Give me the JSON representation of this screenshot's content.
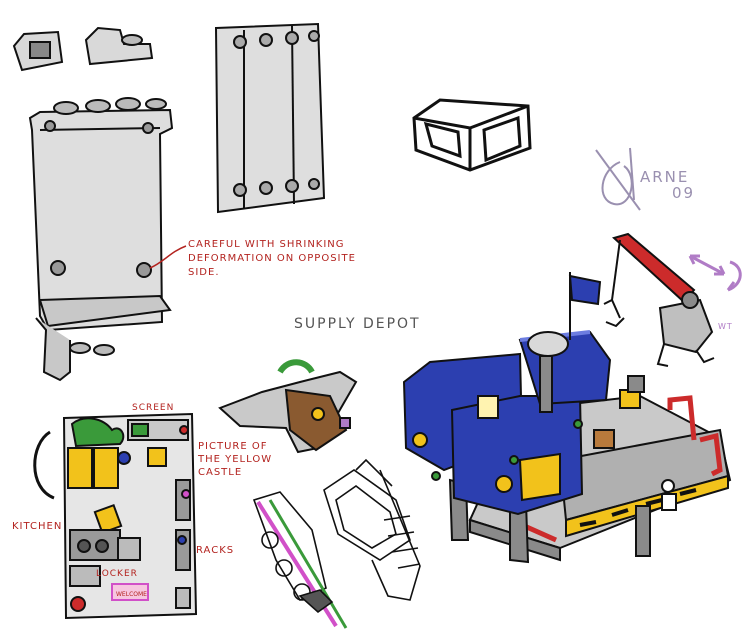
{
  "notes": {
    "shrinking_line1": "CAREFUL WITH SHRINKING",
    "shrinking_line2": "DEFORMATION ON OPPOSITE",
    "shrinking_line3": "SIDE.",
    "title": "SUPPLY DEPOT",
    "screen": "SCREEN",
    "picture_line1": "PICTURE OF",
    "picture_line2": "THE YELLOW",
    "picture_line3": "CASTLE",
    "kitchen": "KITCHEN",
    "racks": "RACKS",
    "locker": "LOCKER",
    "welcome": "WELCOME",
    "wt": "WT"
  },
  "signature": {
    "name": "ARNE",
    "year": "09"
  },
  "colors": {
    "ink": "#111111",
    "panel_grey": "#d9d9d9",
    "dark_grey": "#8c8c8c",
    "note_red": "#b3231f",
    "depot_blue": "#2c3fb0",
    "depot_yellow": "#f2c21b",
    "crane_red": "#cc2b2b",
    "purple": "#b07cc6",
    "green": "#3a9a3a"
  }
}
